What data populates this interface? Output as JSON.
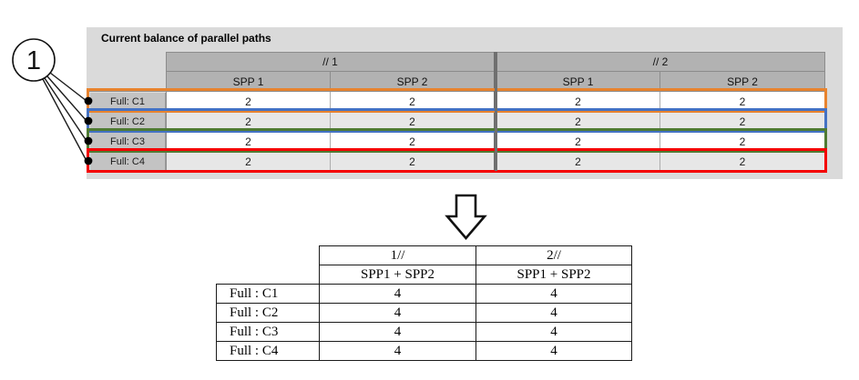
{
  "callout": {
    "number": "1"
  },
  "top_panel": {
    "title": "Current balance of parallel paths",
    "group_headers": [
      "// 1",
      "// 2"
    ],
    "sub_headers": [
      "SPP 1",
      "SPP 2",
      "SPP 1",
      "SPP 2"
    ],
    "rows": [
      {
        "label": "Full: C1",
        "values": [
          "2",
          "2",
          "2",
          "2"
        ],
        "highlight_color": "#e8832e"
      },
      {
        "label": "Full: C2",
        "values": [
          "2",
          "2",
          "2",
          "2"
        ],
        "highlight_color": "#4472c4"
      },
      {
        "label": "Full: C3",
        "values": [
          "2",
          "2",
          "2",
          "2"
        ],
        "highlight_color": "#4f7b33"
      },
      {
        "label": "Full: C4",
        "values": [
          "2",
          "2",
          "2",
          "2"
        ],
        "highlight_color": "#f40000"
      }
    ]
  },
  "arrow": {
    "direction": "down"
  },
  "result_table": {
    "group_headers": [
      "1//",
      "2//"
    ],
    "sub_headers": [
      "SPP1 + SPP2",
      "SPP1 + SPP2"
    ],
    "rows": [
      {
        "label": "Full : C1",
        "values": [
          "4",
          "4"
        ]
      },
      {
        "label": "Full : C2",
        "values": [
          "4",
          "4"
        ]
      },
      {
        "label": "Full : C3",
        "values": [
          "4",
          "4"
        ]
      },
      {
        "label": "Full : C4",
        "values": [
          "4",
          "4"
        ]
      }
    ]
  }
}
